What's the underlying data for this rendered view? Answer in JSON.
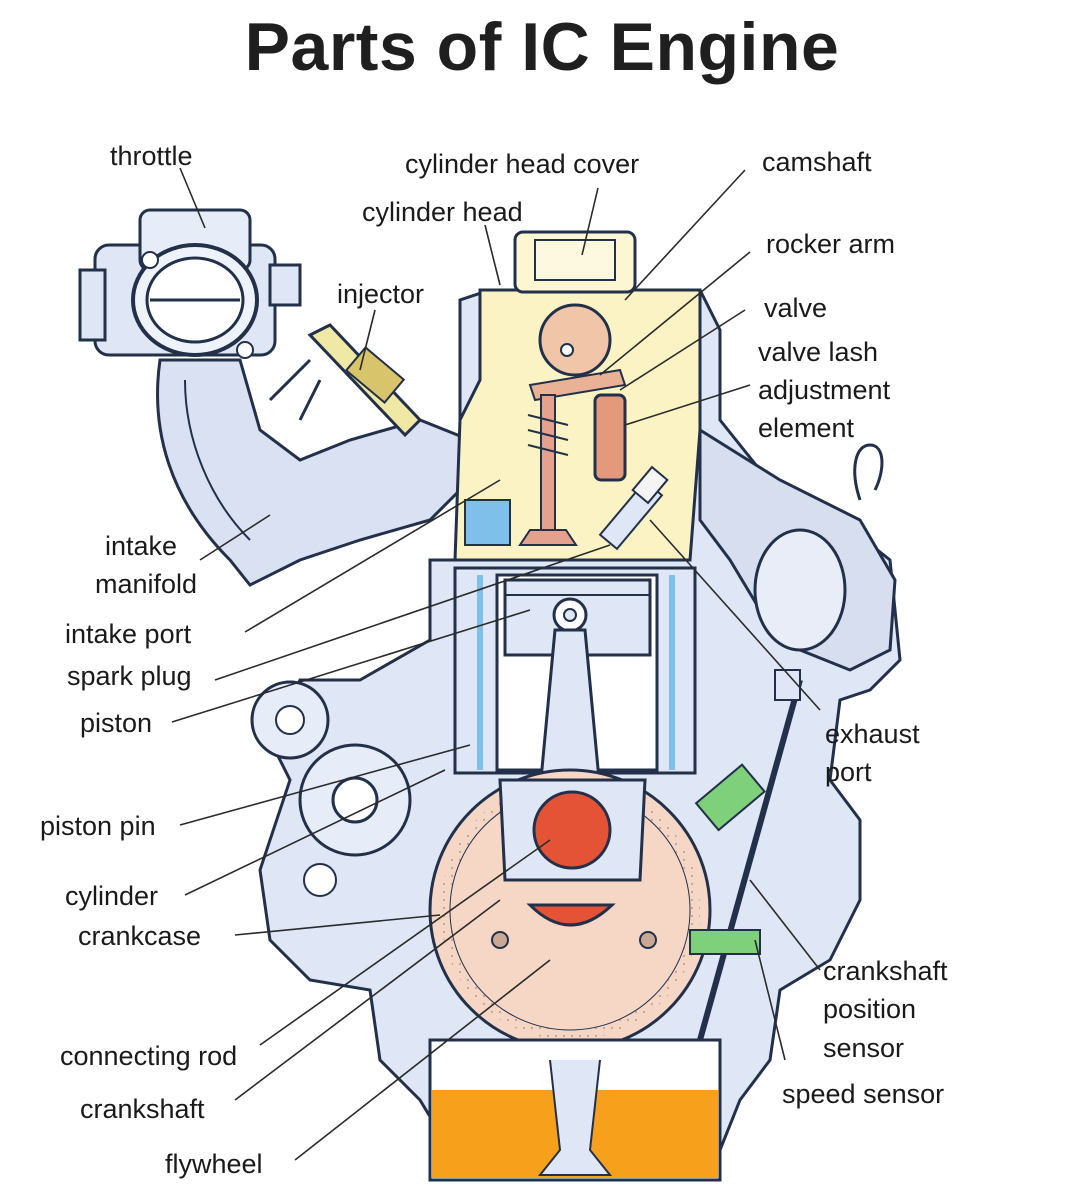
{
  "title": "Parts of IC Engine",
  "colors": {
    "body": "#dfe6f5",
    "outline": "#22304a",
    "oil": "#f7a01c",
    "piston_pin": "#e55336",
    "flywheel": "#f6d7c6",
    "head": "#fbf3c4",
    "valve": "#e4a18e",
    "sensor": "#7fd07a"
  },
  "labels": {
    "throttle": "throttle",
    "cylinder_head_cover": "cylinder head cover",
    "camshaft": "camshaft",
    "cylinder_head": "cylinder head",
    "rocker_arm": "rocker arm",
    "injector": "injector",
    "valve": "valve",
    "valve_lash_1": "valve lash",
    "valve_lash_2": "adjustment",
    "valve_lash_3": "element",
    "intake_manifold_1": "intake",
    "intake_manifold_2": "manifold",
    "intake_port": "intake port",
    "spark_plug": "spark plug",
    "piston": "piston",
    "exhaust_port_1": "exhaust",
    "exhaust_port_2": "port",
    "piston_pin": "piston pin",
    "cylinder": "cylinder",
    "crankcase": "crankcase",
    "crankshaft_position_sensor_1": "crankshaft",
    "crankshaft_position_sensor_2": "position",
    "crankshaft_position_sensor_3": "sensor",
    "connecting_rod": "connecting rod",
    "speed_sensor": "speed sensor",
    "crankshaft": "crankshaft",
    "flywheel": "flywheel"
  }
}
